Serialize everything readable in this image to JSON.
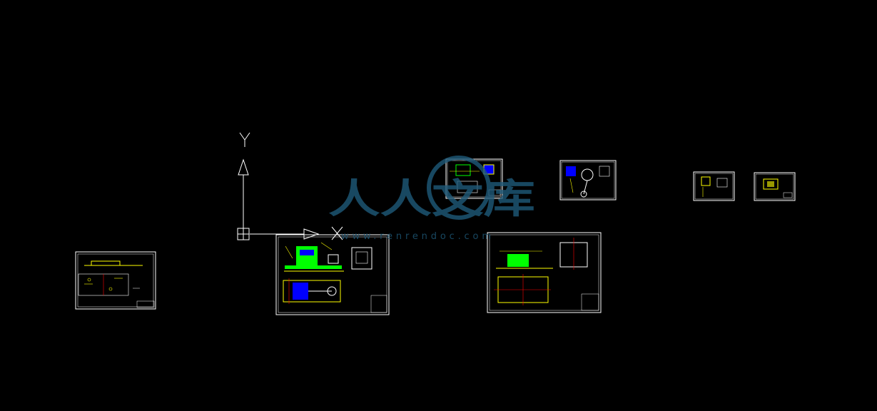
{
  "viewport": {
    "background_color": "#000000",
    "line_color": "#ffffff"
  },
  "ucs": {
    "y_label": "Y",
    "x_label": "X",
    "icon": "ucs-axis-icon"
  },
  "watermark": {
    "text_cn": "人人文库",
    "text_url": "www.renrendoc.com",
    "color": "#1f5a7a"
  },
  "sheets": [
    {
      "name": "drawing-sheet-1",
      "palette": [
        "#ffffff",
        "#ffff00",
        "#ff0000",
        "#00ffff"
      ]
    },
    {
      "name": "drawing-sheet-2",
      "palette": [
        "#ffffff",
        "#ffff00",
        "#00ff00",
        "#0000ff",
        "#ff0000"
      ]
    },
    {
      "name": "drawing-sheet-3",
      "palette": [
        "#ffffff",
        "#ffff00",
        "#00ff00",
        "#0000ff"
      ]
    },
    {
      "name": "drawing-sheet-4",
      "palette": [
        "#ffffff",
        "#ffff00",
        "#00ff00",
        "#ff0000"
      ]
    },
    {
      "name": "drawing-sheet-5",
      "palette": [
        "#ffffff",
        "#ffff00",
        "#0000ff"
      ]
    },
    {
      "name": "drawing-sheet-6",
      "palette": [
        "#ffffff",
        "#ffff00",
        "#ff0000"
      ]
    },
    {
      "name": "drawing-sheet-7",
      "palette": [
        "#ffffff",
        "#ffff00",
        "#00ff00"
      ]
    }
  ]
}
